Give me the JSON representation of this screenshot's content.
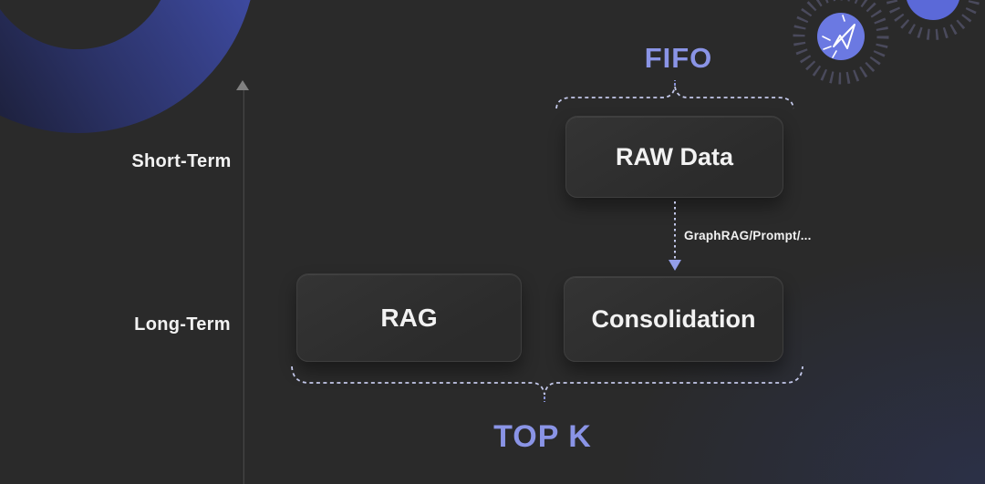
{
  "title": "Memory tiers diagram: FIFO short-term raw data vs top-k long-term consolidated memory",
  "colors": {
    "bg": "#2a2a2a",
    "accent": "#8a94e6",
    "text": "#f2f2f2",
    "box_bg": "#2e2e2e",
    "box_border": "#3e3e3e",
    "dash": "#c3c8ea",
    "arrowhead": "#939ee9",
    "axis": "#474747",
    "axis_arrow": "#808080",
    "tick": "#4a4a5c",
    "sparkle_fill": "#6b79e2",
    "sparkle_fill2": "#5b69d8",
    "ring_dark": "#141521",
    "ring_mid": "#2a3164",
    "ring_blue": "#4351b0"
  },
  "axis": {
    "labels": [
      {
        "id": "short-term",
        "text": "Short-Term"
      },
      {
        "id": "long-term",
        "text": "Long-Term"
      }
    ]
  },
  "annotations": {
    "fifo": "FIFO",
    "top_k": "TOP K",
    "arrow_label": "GraphRAG/Prompt/..."
  },
  "boxes": {
    "raw_data": "RAW Data",
    "rag": "RAG",
    "consolidation": "Consolidation"
  }
}
